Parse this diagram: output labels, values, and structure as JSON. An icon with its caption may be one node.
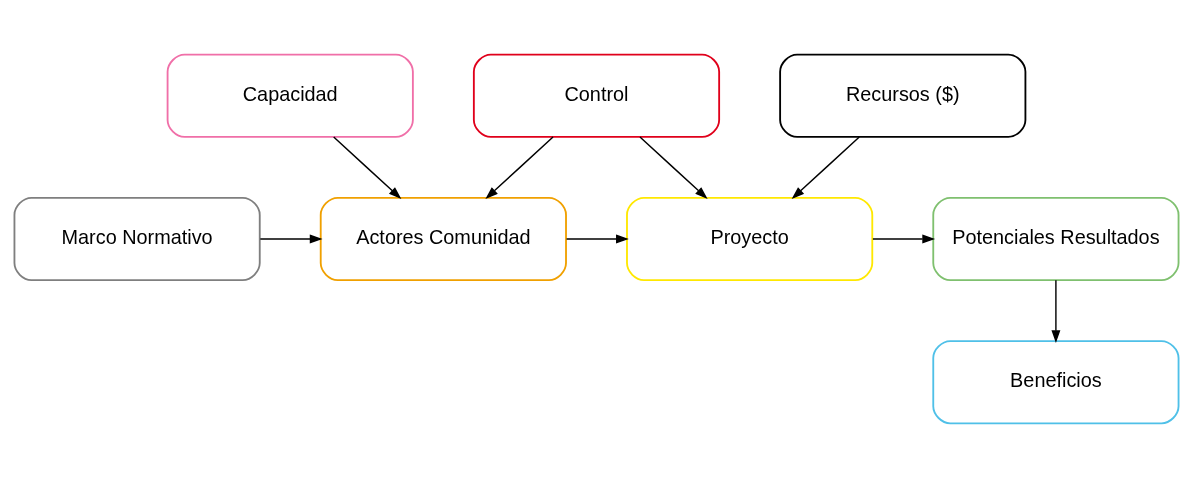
{
  "diagram": {
    "nodes": [
      {
        "text": [
          "Control"
        ]
      },
      {
        "text": [
          "Marco Normativo"
        ]
      },
      {
        "text": [
          "Actores Comunidad"
        ]
      },
      {
        "text": [
          "Proyecto"
        ]
      },
      {
        "text": [
          "Potenciales Resultados"
        ]
      },
      {
        "text": [
          "Capacidad"
        ]
      },
      {
        "text": [
          "Recursos ($)"
        ]
      },
      {
        "text": [
          "Beneficios"
        ]
      }
    ],
    "edges": [
      {
        "from": 0,
        "to": 2,
        "arrow": "to"
      },
      {
        "from": 0,
        "to": 3,
        "arrow": "to"
      },
      {
        "from": 1,
        "to": 2,
        "arrow": "to"
      },
      {
        "from": 2,
        "to": 3,
        "arrow": "to"
      },
      {
        "from": 3,
        "to": 4,
        "arrow": "to"
      },
      {
        "from": 5,
        "to": 2,
        "arrow": "to"
      },
      {
        "from": 6,
        "to": 3,
        "arrow": "to"
      },
      {
        "from": 4,
        "to": 7,
        "arrow": "to"
      }
    ]
  }
}
